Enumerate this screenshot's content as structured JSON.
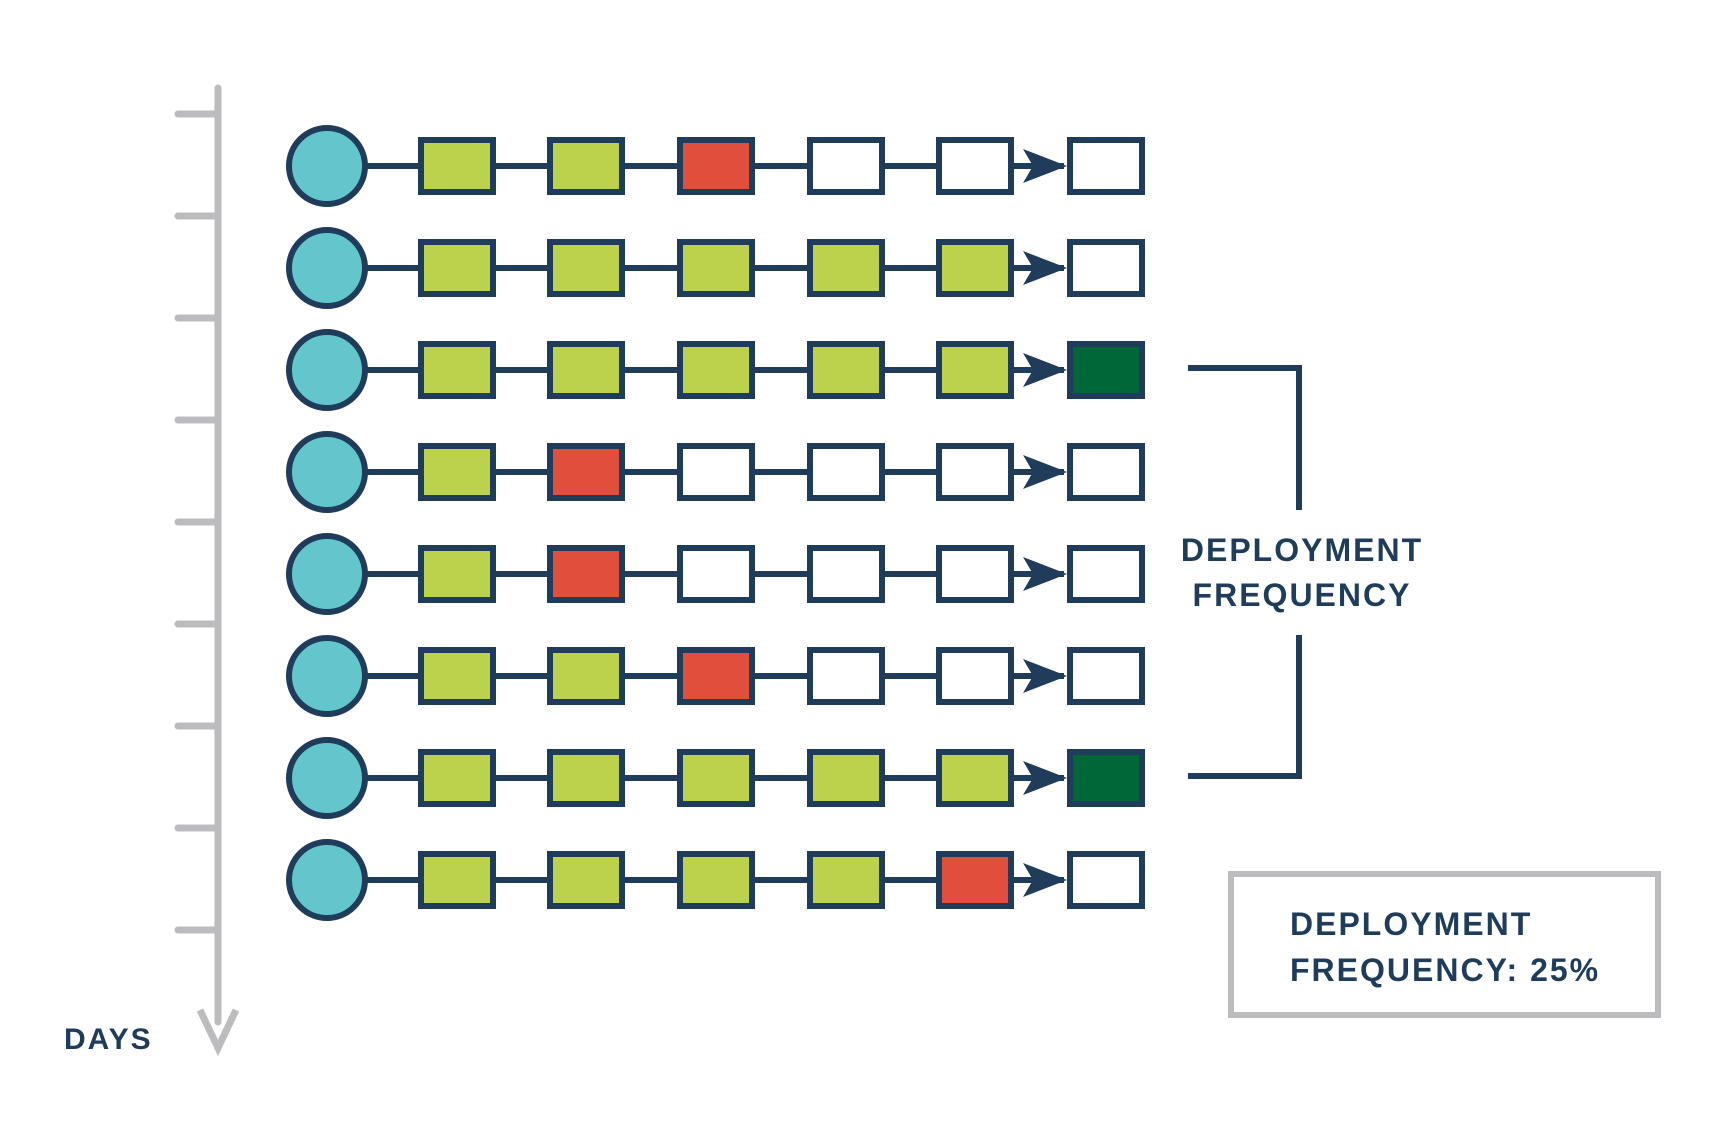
{
  "colors": {
    "navy": "#1f3d5a",
    "node": "#62c6cc",
    "pass": "#bcd24c",
    "fail": "#e24e3c",
    "deployed": "#006838",
    "empty": "#ffffff",
    "axis": "#bcbcbf"
  },
  "axis": {
    "label": "DAYS",
    "tick_count": 9
  },
  "bracket_label": {
    "line1": "DEPLOYMENT",
    "line2": "FREQUENCY"
  },
  "summary_box": {
    "line1": "DEPLOYMENT",
    "line2": "FREQUENCY: 25%"
  },
  "pipelines": [
    {
      "stages": [
        "pass",
        "pass",
        "fail",
        "empty",
        "empty",
        "empty"
      ]
    },
    {
      "stages": [
        "pass",
        "pass",
        "pass",
        "pass",
        "pass",
        "empty"
      ]
    },
    {
      "stages": [
        "pass",
        "pass",
        "pass",
        "pass",
        "pass",
        "deployed"
      ]
    },
    {
      "stages": [
        "pass",
        "fail",
        "empty",
        "empty",
        "empty",
        "empty"
      ]
    },
    {
      "stages": [
        "pass",
        "fail",
        "empty",
        "empty",
        "empty",
        "empty"
      ]
    },
    {
      "stages": [
        "pass",
        "pass",
        "fail",
        "empty",
        "empty",
        "empty"
      ]
    },
    {
      "stages": [
        "pass",
        "pass",
        "pass",
        "pass",
        "pass",
        "deployed"
      ]
    },
    {
      "stages": [
        "pass",
        "pass",
        "pass",
        "pass",
        "fail",
        "empty"
      ]
    }
  ]
}
